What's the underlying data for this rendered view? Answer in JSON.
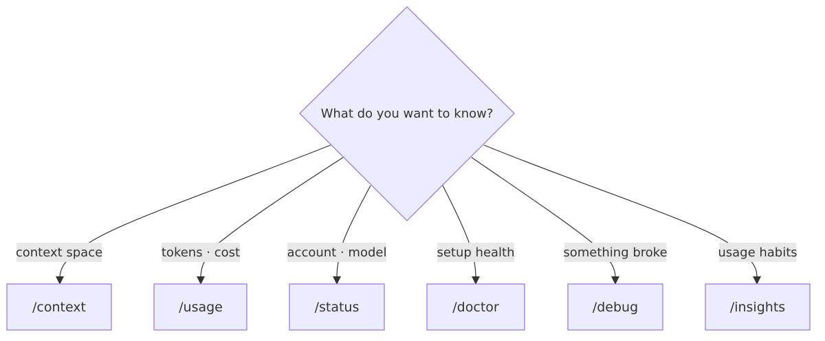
{
  "diagram": {
    "decision": {
      "label": "What do you want to know?"
    },
    "edges": [
      {
        "label": "context space"
      },
      {
        "label": "tokens · cost"
      },
      {
        "label": "account · model"
      },
      {
        "label": "setup health"
      },
      {
        "label": "something broke"
      },
      {
        "label": "usage habits"
      }
    ],
    "commands": [
      {
        "label": "/context"
      },
      {
        "label": "/usage"
      },
      {
        "label": "/status"
      },
      {
        "label": "/doctor"
      },
      {
        "label": "/debug"
      },
      {
        "label": "/insights"
      }
    ]
  },
  "colors": {
    "node_fill": "#ECECFF",
    "node_stroke": "#9370DB",
    "edge": "#333333",
    "label_bg": "#e8e8e8",
    "text": "#333333"
  }
}
